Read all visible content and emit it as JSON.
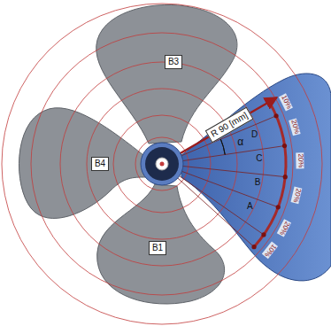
{
  "diagram": {
    "nodes": [
      {
        "text": [
          "B3"
        ]
      },
      {
        "text": [
          "R 90 [mm]"
        ]
      },
      {
        "text": [
          "B4"
        ]
      },
      {
        "text": [
          "B1"
        ]
      }
    ],
    "labels": [
      "10%",
      "20%",
      "20%",
      "20%",
      "20%",
      "10%",
      "D",
      "C",
      "B",
      "A",
      "α"
    ]
  }
}
